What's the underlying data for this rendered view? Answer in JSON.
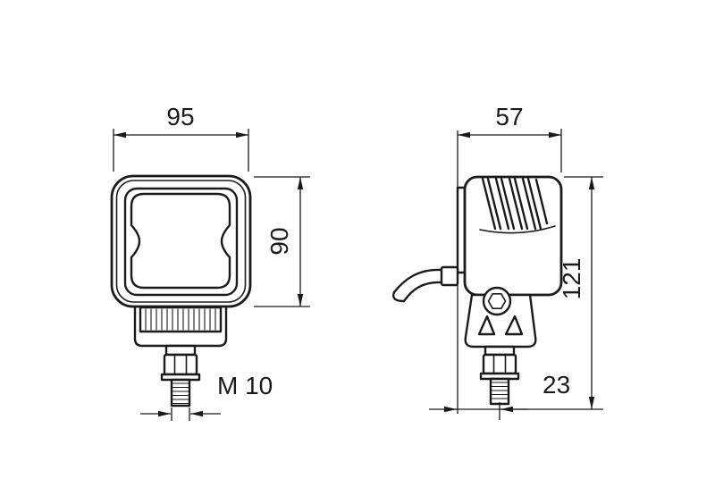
{
  "drawing": {
    "front_view": {
      "width": "95",
      "height": "90",
      "thread": "M 10"
    },
    "side_view": {
      "depth": "57",
      "height": "121",
      "bolt_offset": "23"
    }
  },
  "colors": {
    "line": "#1a1a1a",
    "background": "#ffffff"
  }
}
